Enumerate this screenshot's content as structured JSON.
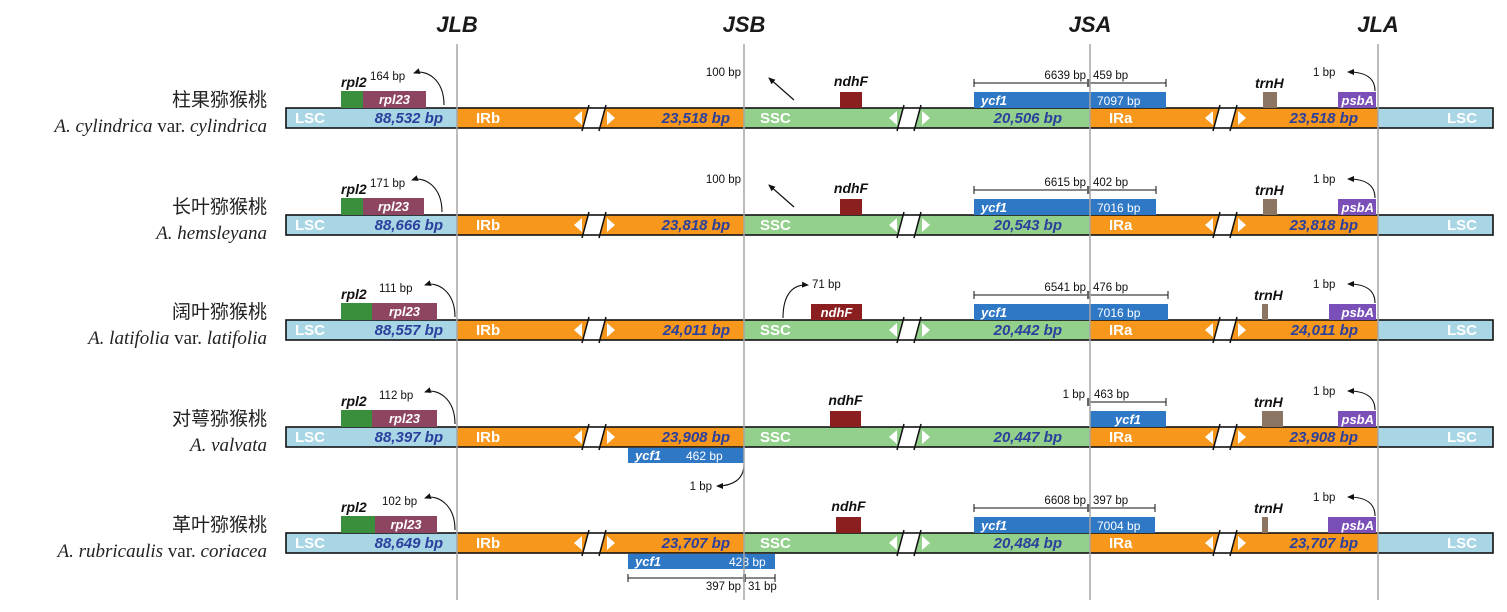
{
  "colors": {
    "lsc": "#a9d6e5",
    "ir": "#f7981d",
    "ssc": "#93d08c",
    "rpl2": "#3a8f3c",
    "rpl23": "#8e4561",
    "ndhF": "#8b1e1e",
    "ycf1": "#2f78c6",
    "trnH": "#8c7563",
    "psbA": "#7a4fb8",
    "junction_line": "#a6a6a6",
    "length_text": "#2b3f9c"
  },
  "junctions": [
    "JLB",
    "JSB",
    "JSA",
    "JLA"
  ],
  "segments": {
    "lsc": "LSC",
    "irb": "IRb",
    "ssc": "SSC",
    "ira": "IRa"
  },
  "genes": {
    "rpl2": "rpl2",
    "rpl23": "rpl23",
    "ndhF": "ndhF",
    "ycf1": "ycf1",
    "trnH": "trnH",
    "psbA": "psbA"
  },
  "species": [
    {
      "cn": "柱果猕猴桃",
      "latin_parts": [
        [
          "A. cylindrica",
          "i"
        ],
        [
          " var. ",
          "n"
        ],
        [
          "cylindrica",
          "i"
        ]
      ],
      "lsc_len": "88,532 bp",
      "ir_len": "23,518 bp",
      "ssc_len": "20,506 bp",
      "rpl2_bp": "164 bp",
      "ssc_left_bp": "100 bp",
      "ycf1_left_bp": "6639 bp",
      "ycf1_right_bp": "459 bp",
      "ycf1_total": "7097 bp",
      "psbA_bp": "1 bp"
    },
    {
      "cn": "长叶猕猴桃",
      "latin_parts": [
        [
          "A. hemsleyana",
          "i"
        ]
      ],
      "lsc_len": "88,666 bp",
      "ir_len": "23,818 bp",
      "ssc_len": "20,543 bp",
      "rpl2_bp": "171 bp",
      "ssc_left_bp": "100 bp",
      "ycf1_left_bp": "6615 bp",
      "ycf1_right_bp": "402 bp",
      "ycf1_total": "7016 bp",
      "psbA_bp": "1 bp"
    },
    {
      "cn": "阔叶猕猴桃",
      "latin_parts": [
        [
          "A. latifolia",
          "i"
        ],
        [
          " var. ",
          "n"
        ],
        [
          "latifolia",
          "i"
        ]
      ],
      "lsc_len": "88,557 bp",
      "ir_len": "24,011 bp",
      "ssc_len": "20,442 bp",
      "rpl2_bp": "111 bp",
      "ndhF_bp": "71 bp",
      "ycf1_left_bp": "6541 bp",
      "ycf1_right_bp": "476 bp",
      "ycf1_total": "7016 bp",
      "psbA_bp": "1 bp"
    },
    {
      "cn": "对萼猕猴桃",
      "latin_parts": [
        [
          "A. valvata",
          "i"
        ]
      ],
      "lsc_len": "88,397 bp",
      "ir_len": "23,908 bp",
      "ssc_len": "20,447 bp",
      "rpl2_bp": "112 bp",
      "ycf1_left_bp": "1 bp",
      "ycf1_right_bp": "463 bp",
      "ycf1b_total": "462 bp",
      "ycf1b_bp": "1 bp",
      "psbA_bp": "1 bp"
    },
    {
      "cn": "革叶猕猴桃",
      "latin_parts": [
        [
          "A. rubricaulis",
          "i"
        ],
        [
          " var. ",
          "n"
        ],
        [
          "coriacea",
          "i"
        ]
      ],
      "lsc_len": "88,649 bp",
      "ir_len": "23,707 bp",
      "ssc_len": "20,484 bp",
      "rpl2_bp": "102 bp",
      "ycf1_left_bp": "6608 bp",
      "ycf1_right_bp": "397 bp",
      "ycf1_total": "7004 bp",
      "ycf1b_total": "428 bp",
      "ycf1b_left_bp": "397 bp",
      "ycf1b_right_bp": "31 bp",
      "psbA_bp": "1 bp"
    }
  ]
}
